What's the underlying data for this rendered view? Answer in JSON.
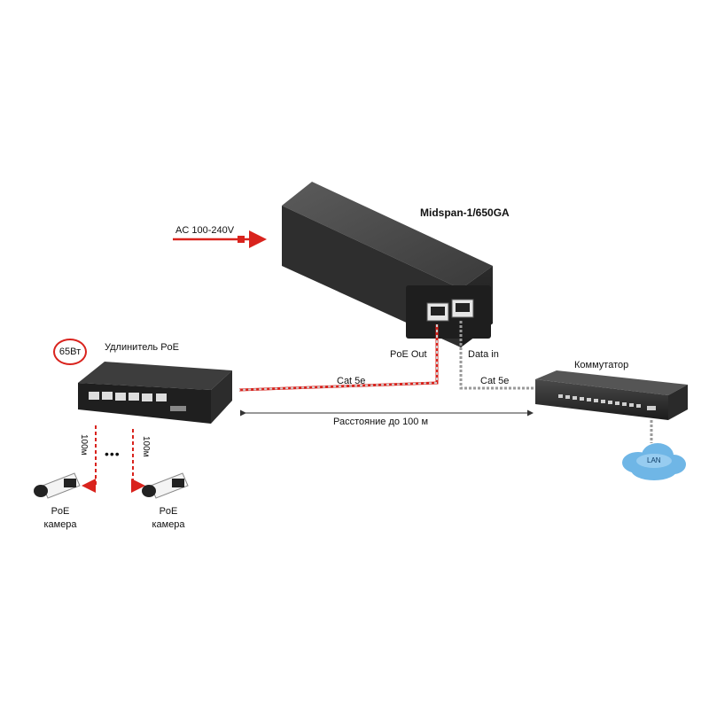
{
  "labels": {
    "ac_input": "AC 100-240V",
    "midspan_model": "Midspan-1/650GA",
    "poe_out": "PoE Out",
    "data_in": "Data in",
    "cable_left": "Cat 5e",
    "cable_right": "Cat 5e",
    "switch": "Коммутатор",
    "lan": "LAN",
    "extender": "Удлинитель PoE",
    "power_badge": "65Вт",
    "distance": "Расстояние до 100 м",
    "camera_left": "PoE\nкамера",
    "camera_right": "PoE\nкамера",
    "cable_len_left": "100м",
    "cable_len_right": "100м",
    "ellipsis": "•••"
  },
  "colors": {
    "power_line": "#d9231d",
    "cable_dash": "#9a9a9a",
    "device_dark": "#2f2f2f",
    "cloud": "#6fb6e6"
  }
}
